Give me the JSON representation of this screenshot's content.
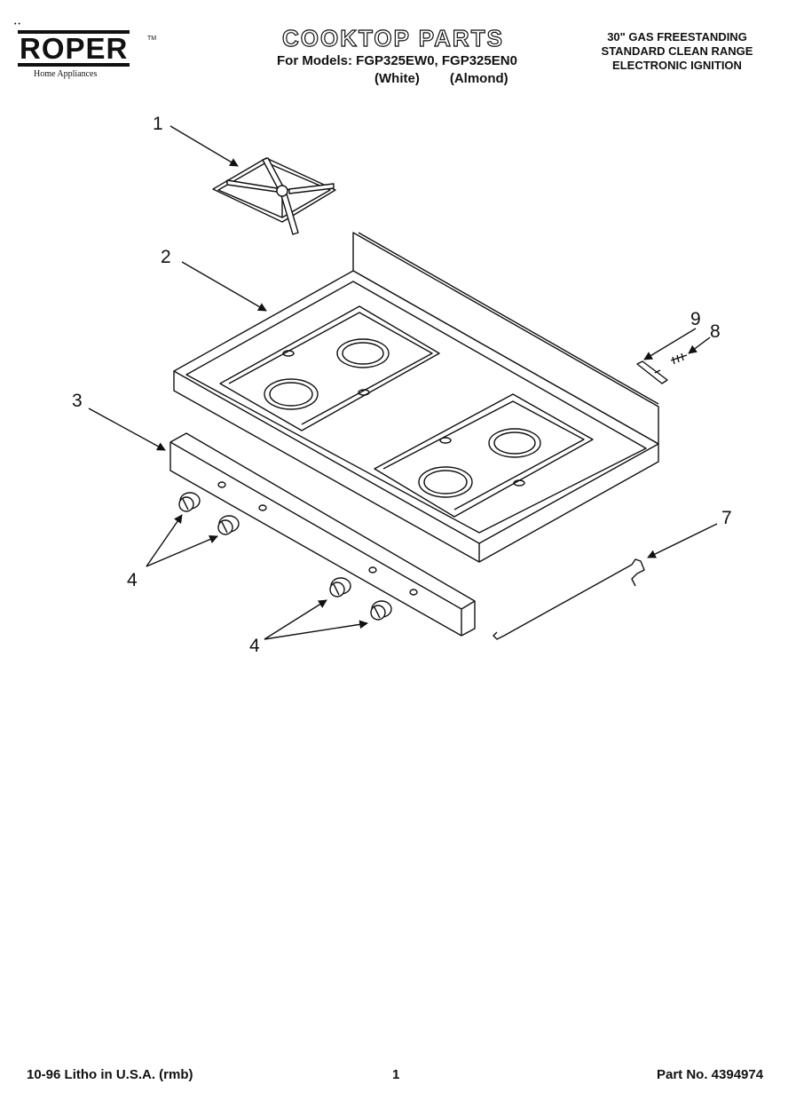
{
  "header": {
    "brand": "ROPER",
    "brand_tm": "TM",
    "brand_sub": "Home Appliances",
    "title": "COOKTOP PARTS",
    "models_line": "For Models: FGP325EW0, FGP325EN0",
    "variant_white": "(White)",
    "variant_almond": "(Almond)",
    "desc_line1": "30\" GAS FREESTANDING",
    "desc_line2": "STANDARD CLEAN RANGE",
    "desc_line3": "ELECTRONIC IGNITION"
  },
  "callouts": {
    "c1": "1",
    "c2": "2",
    "c3": "3",
    "c4a": "4",
    "c4b": "4",
    "c7": "7",
    "c8": "8",
    "c9": "9"
  },
  "footer": {
    "left": "10-96 Litho in U.S.A. (rmb)",
    "page": "1",
    "part_no": "Part No. 4394974"
  }
}
